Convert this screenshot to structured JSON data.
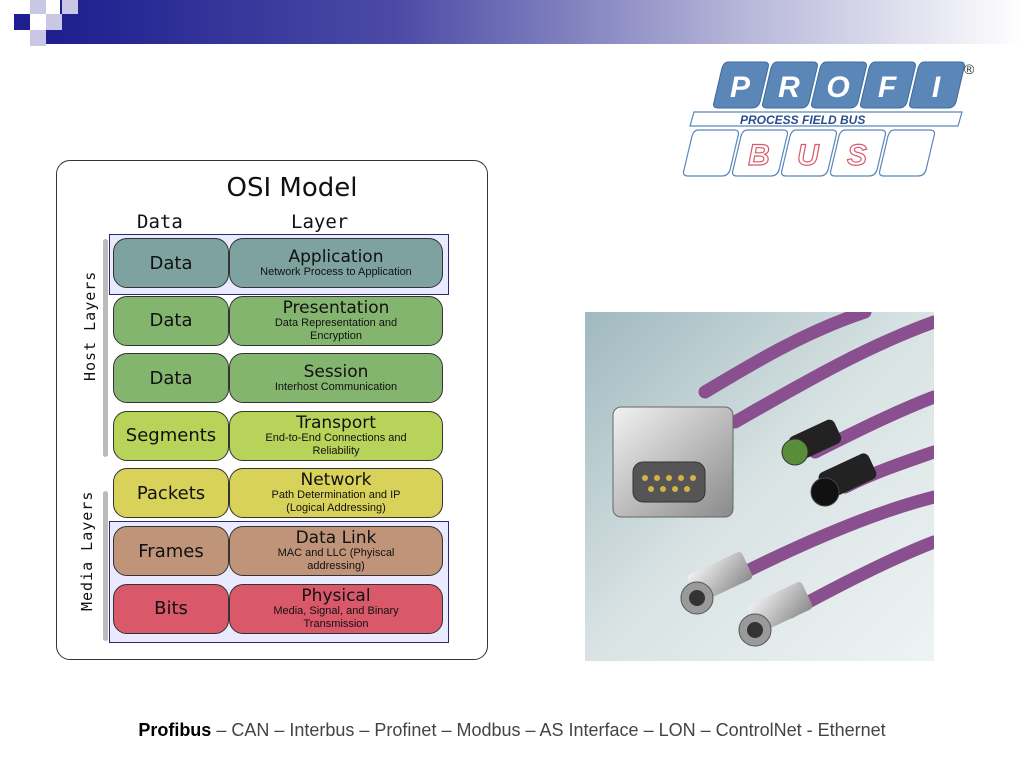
{
  "osi": {
    "title": "OSI Model",
    "col_data": "Data",
    "col_layer": "Layer",
    "host_label": "Host Layers",
    "media_label": "Media Layers",
    "layers": [
      {
        "data": "Data",
        "name": "Application",
        "desc": "Network Process to Application",
        "data_color": "#7da2a0",
        "layer_color": "#7da2a0"
      },
      {
        "data": "Data",
        "name": "Presentation",
        "desc": "Data Representation and Encryption",
        "data_color": "#84b56e",
        "layer_color": "#84b56e"
      },
      {
        "data": "Data",
        "name": "Session",
        "desc": "Interhost Communication",
        "data_color": "#84b56e",
        "layer_color": "#84b56e"
      },
      {
        "data": "Segments",
        "name": "Transport",
        "desc": "End-to-End Connections and Reliability",
        "data_color": "#b7d35a",
        "layer_color": "#b7d35a"
      },
      {
        "data": "Packets",
        "name": "Network",
        "desc": "Path Determination and IP (Logical Addressing)",
        "data_color": "#d8d25a",
        "layer_color": "#d8d25a"
      },
      {
        "data": "Frames",
        "name": "Data Link",
        "desc": "MAC and LLC (Phyiscal addressing)",
        "data_color": "#bf9479",
        "layer_color": "#bf9479"
      },
      {
        "data": "Bits",
        "name": "Physical",
        "desc": "Media, Signal, and Binary Transmission",
        "data_color": "#d9586a",
        "layer_color": "#d9586a"
      }
    ]
  },
  "logo": {
    "top_letters": [
      "P",
      "R",
      "O",
      "F",
      "I"
    ],
    "bottom_letters": [
      "B",
      "U",
      "S"
    ],
    "tagline": "PROCESS FIELD BUS",
    "registered": "®",
    "color": "#5a86b8"
  },
  "footer": {
    "bold": "Profibus",
    "rest": " – CAN – Interbus – Profinet – Modbus – AS Interface – LON – ControlNet - Ethernet"
  }
}
